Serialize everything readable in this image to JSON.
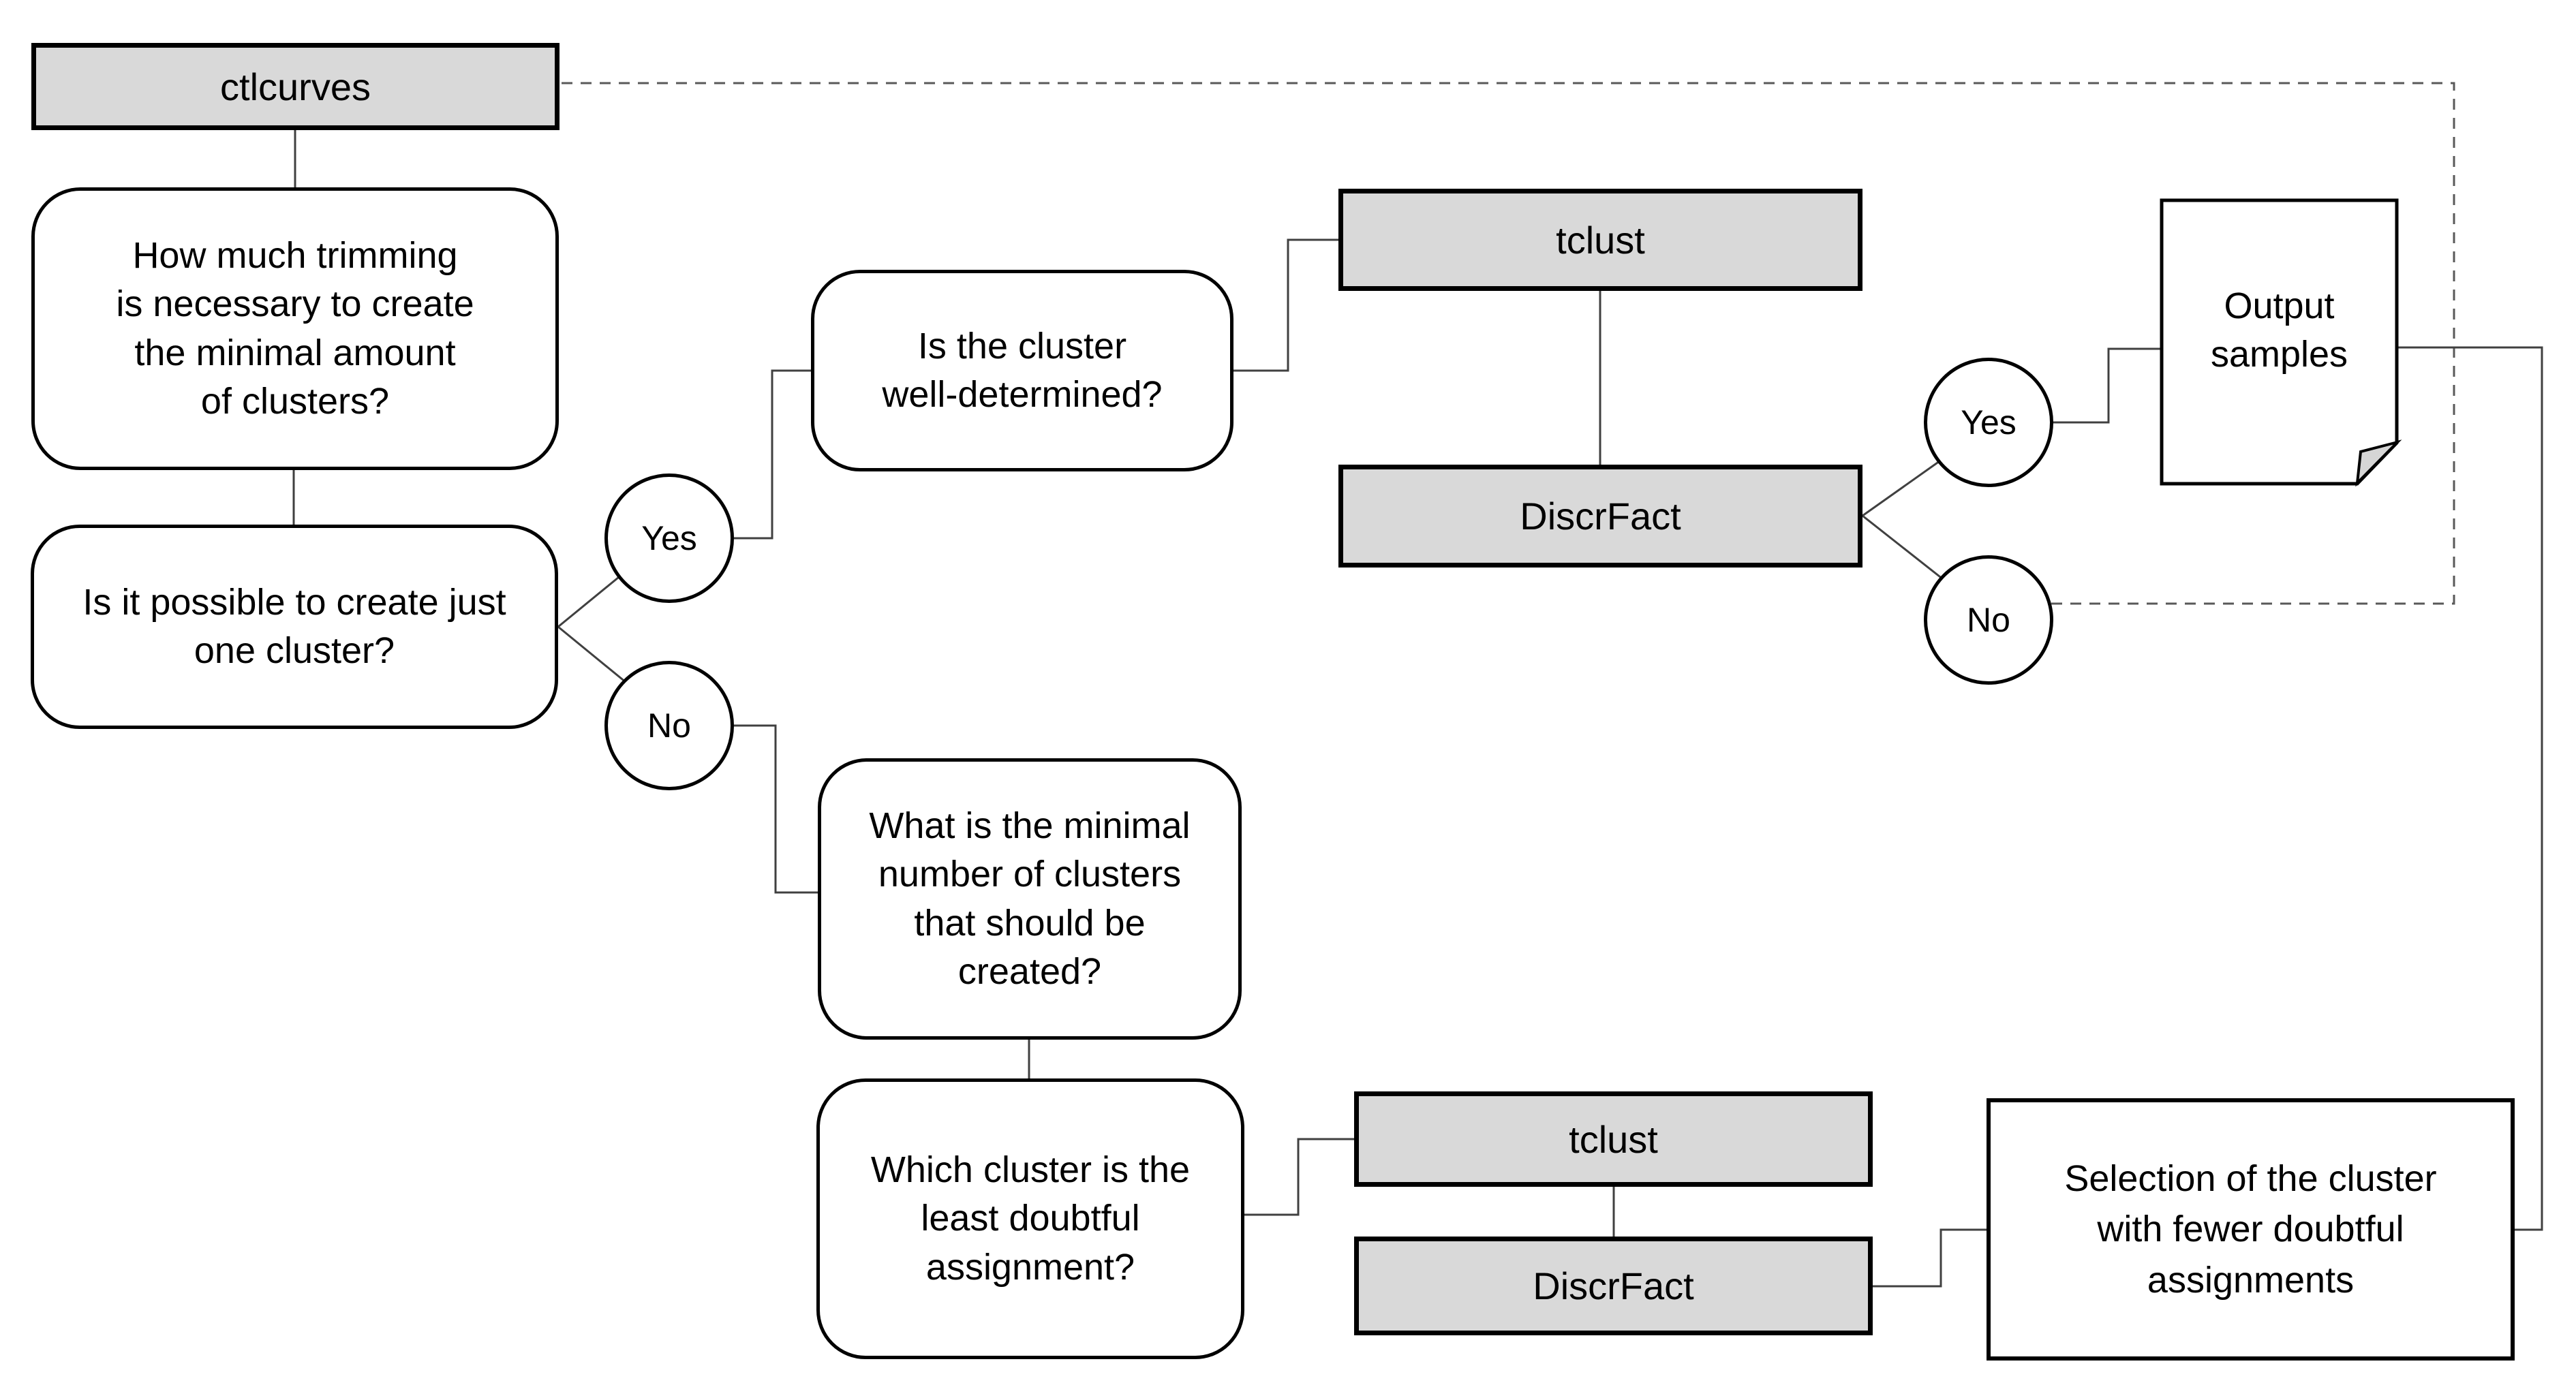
{
  "diagram": {
    "type": "flowchart",
    "nodes": {
      "ctlcurves": {
        "label": "ctlcurves",
        "kind": "process"
      },
      "q_trimming": {
        "label": "How much trimming\nis necessary to create\nthe minimal amount\nof clusters?",
        "kind": "question"
      },
      "q_one_cluster": {
        "label": "Is it possible to create just\none cluster?",
        "kind": "question"
      },
      "yes_left": {
        "label": "Yes",
        "kind": "decision-option"
      },
      "no_left": {
        "label": "No",
        "kind": "decision-option"
      },
      "q_well_determined": {
        "label": "Is the cluster\nwell-determined?",
        "kind": "question"
      },
      "tclust_top": {
        "label": "tclust",
        "kind": "process"
      },
      "discrfact_top": {
        "label": "DiscrFact",
        "kind": "process"
      },
      "yes_right": {
        "label": "Yes",
        "kind": "decision-option"
      },
      "no_right": {
        "label": "No",
        "kind": "decision-option"
      },
      "output_samples": {
        "label": "Output\nsamples",
        "kind": "document"
      },
      "q_min_clusters": {
        "label": "What is the minimal\nnumber of clusters\nthat should be\ncreated?",
        "kind": "question"
      },
      "q_least_doubtful": {
        "label": "Which cluster is the\nleast doubtful\nassignment?",
        "kind": "question"
      },
      "tclust_bottom": {
        "label": "tclust",
        "kind": "process"
      },
      "discrfact_bottom": {
        "label": "DiscrFact",
        "kind": "process"
      },
      "selection": {
        "label": "Selection of the cluster\nwith fewer doubtful\nassignments",
        "kind": "rectangle"
      }
    },
    "edges": [
      {
        "from": "ctlcurves",
        "to": "q_trimming",
        "style": "solid"
      },
      {
        "from": "q_trimming",
        "to": "q_one_cluster",
        "style": "solid"
      },
      {
        "from": "q_one_cluster",
        "to": "yes_left",
        "style": "solid"
      },
      {
        "from": "q_one_cluster",
        "to": "no_left",
        "style": "solid"
      },
      {
        "from": "yes_left",
        "to": "q_well_determined",
        "style": "solid"
      },
      {
        "from": "q_well_determined",
        "to": "tclust_top",
        "style": "solid"
      },
      {
        "from": "tclust_top",
        "to": "discrfact_top",
        "style": "solid"
      },
      {
        "from": "discrfact_top",
        "to": "yes_right",
        "style": "solid"
      },
      {
        "from": "discrfact_top",
        "to": "no_right",
        "style": "solid"
      },
      {
        "from": "yes_right",
        "to": "output_samples",
        "style": "solid"
      },
      {
        "from": "output_samples",
        "to": "selection",
        "style": "solid"
      },
      {
        "from": "no_right",
        "to": "ctlcurves",
        "style": "dotted"
      },
      {
        "from": "no_left",
        "to": "q_min_clusters",
        "style": "solid"
      },
      {
        "from": "q_min_clusters",
        "to": "q_least_doubtful",
        "style": "solid"
      },
      {
        "from": "q_least_doubtful",
        "to": "tclust_bottom",
        "style": "solid"
      },
      {
        "from": "tclust_bottom",
        "to": "discrfact_bottom",
        "style": "solid"
      },
      {
        "from": "discrfact_bottom",
        "to": "selection",
        "style": "solid"
      }
    ],
    "colors": {
      "process_fill": "#d9d9d9",
      "node_border": "#000000",
      "connector": "#404040",
      "dotted_connector": "#595959",
      "document_fold_fill": "#d6d6d6",
      "background": "#ffffff",
      "text": "#000000"
    }
  }
}
